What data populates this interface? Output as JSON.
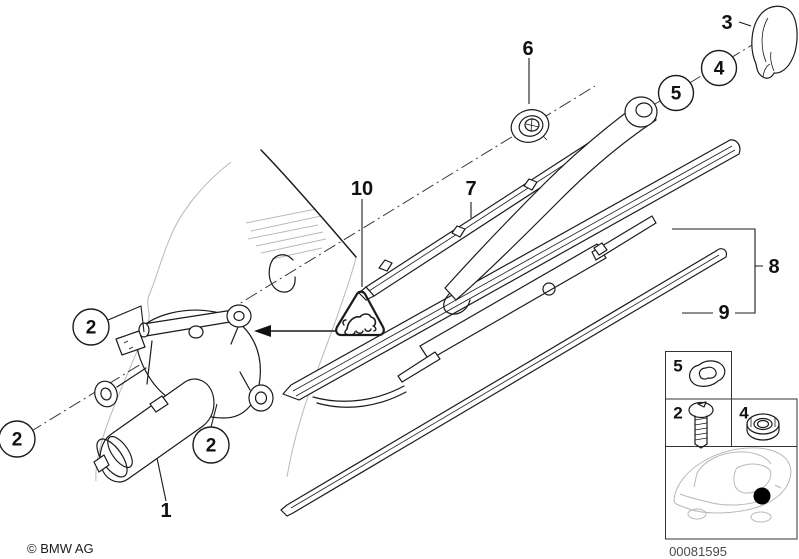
{
  "callouts": {
    "n1": "1",
    "n2": "2",
    "n3": "3",
    "n4": "4",
    "n5": "5",
    "n6": "6",
    "n7": "7",
    "n8": "8",
    "n9": "9",
    "n10": "10"
  },
  "inset": {
    "washer_label": "5",
    "screw_label": "2",
    "nut_label": "4"
  },
  "footer": {
    "copyright": "© BMW AG",
    "image_number": "00081595"
  },
  "colors": {
    "line": "#1b1b1b",
    "car_sketch": "#b9b9b9",
    "background": "#ffffff"
  }
}
